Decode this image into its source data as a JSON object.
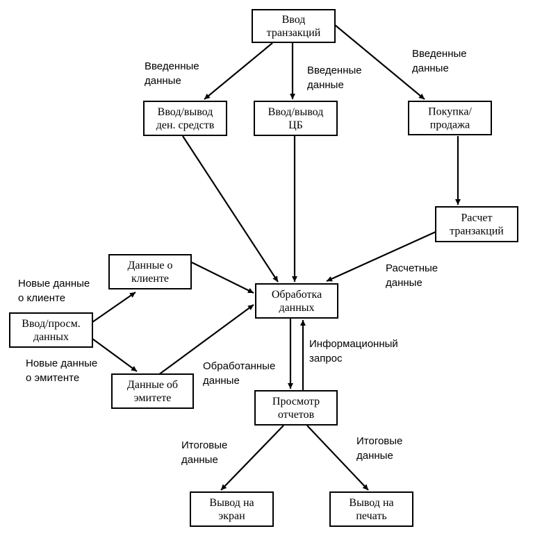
{
  "nodes": [
    {
      "id": "input_tx",
      "lines": [
        "Ввод",
        "транзакций"
      ]
    },
    {
      "id": "money_io",
      "lines": [
        "Ввод/вывод",
        "ден. средств"
      ]
    },
    {
      "id": "securities_io",
      "lines": [
        "Ввод/вывод",
        "ЦБ"
      ]
    },
    {
      "id": "buy_sell",
      "lines": [
        "Покупка/",
        "продажа"
      ]
    },
    {
      "id": "tx_calc",
      "lines": [
        "Расчет",
        "транзакций"
      ]
    },
    {
      "id": "client_data",
      "lines": [
        "Данные о",
        "клиенте"
      ]
    },
    {
      "id": "data_io",
      "lines": [
        "Ввод/просм.",
        "данных"
      ]
    },
    {
      "id": "processing",
      "lines": [
        "Обработка",
        "данных"
      ]
    },
    {
      "id": "issuer_data",
      "lines": [
        "Данные об",
        "эмитете"
      ]
    },
    {
      "id": "reports",
      "lines": [
        "Просмотр",
        "отчетов"
      ]
    },
    {
      "id": "screen_out",
      "lines": [
        "Вывод на",
        "экран"
      ]
    },
    {
      "id": "print_out",
      "lines": [
        "Вывод на",
        "печать"
      ]
    }
  ],
  "edges": [
    {
      "from": "input_tx",
      "to": "money_io",
      "label": [
        "Введенные",
        "данные"
      ]
    },
    {
      "from": "input_tx",
      "to": "securities_io",
      "label": [
        "Введенные",
        "данные"
      ]
    },
    {
      "from": "input_tx",
      "to": "buy_sell",
      "label": [
        "Введенные",
        "данные"
      ]
    },
    {
      "from": "buy_sell",
      "to": "tx_calc",
      "label": []
    },
    {
      "from": "money_io",
      "to": "processing",
      "label": []
    },
    {
      "from": "securities_io",
      "to": "processing",
      "label": []
    },
    {
      "from": "tx_calc",
      "to": "processing",
      "label": [
        "Расчетные",
        "данные"
      ]
    },
    {
      "from": "data_io",
      "to": "client_data",
      "label": [
        "Новые данные",
        "о клиенте"
      ]
    },
    {
      "from": "data_io",
      "to": "issuer_data",
      "label": [
        "Новые данные",
        "о эмитенте"
      ]
    },
    {
      "from": "client_data",
      "to": "processing",
      "label": []
    },
    {
      "from": "issuer_data",
      "to": "processing",
      "label": []
    },
    {
      "from": "processing",
      "to": "reports",
      "label": [
        "Обработанные",
        "данные"
      ]
    },
    {
      "from": "reports",
      "to": "processing",
      "label": [
        "Информационный",
        "запрос"
      ]
    },
    {
      "from": "reports",
      "to": "screen_out",
      "label": [
        "Итоговые",
        "данные"
      ]
    },
    {
      "from": "reports",
      "to": "print_out",
      "label": [
        "Итоговые",
        "данные"
      ]
    }
  ]
}
